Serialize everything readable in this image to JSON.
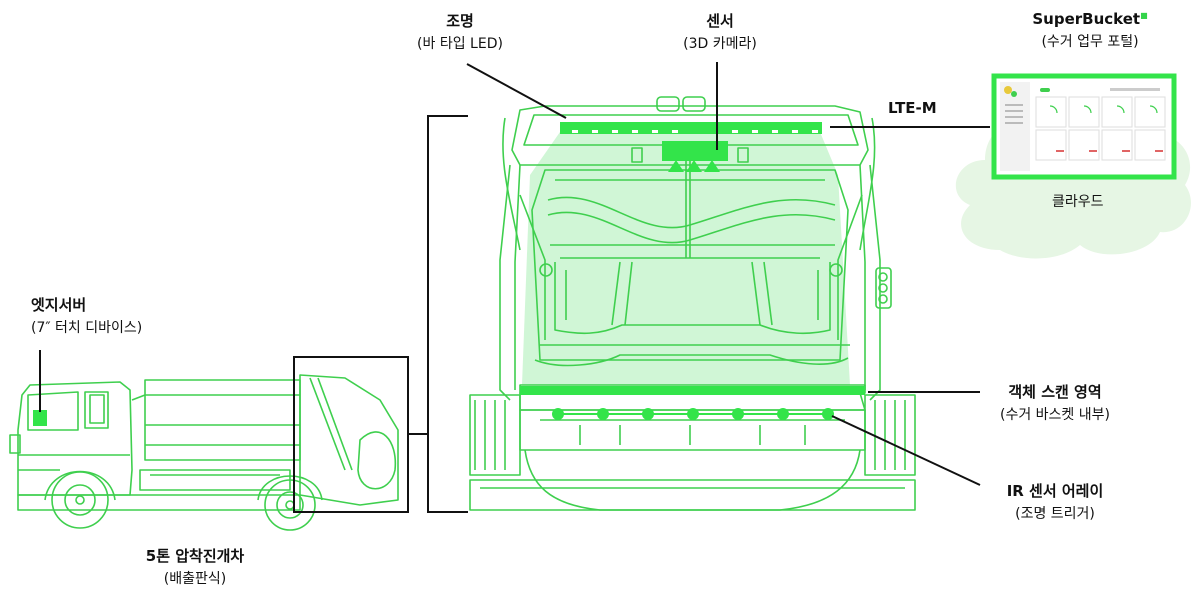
{
  "labels": {
    "lighting": {
      "title": "조명",
      "sub": "(바 타입 LED)"
    },
    "sensor": {
      "title": "센서",
      "sub": "(3D 카메라)"
    },
    "portal": {
      "title": "SuperBucket",
      "sub": "(수거 업무 포털)"
    },
    "lte": "LTE-M",
    "cloud": "클라우드",
    "edge": {
      "title": "엣지서버",
      "sub": "(7″ 터치 디바이스)"
    },
    "scan": {
      "title": "객체 스캔 영역",
      "sub": "(수거 바스켓 내부)"
    },
    "ir": {
      "title": "IR 센서 어레이",
      "sub": "(조명 트리거)"
    },
    "truck": {
      "title": "5톤 압착진개차",
      "sub": "(배출판식)"
    }
  },
  "colors": {
    "outline": "#3fcf4e",
    "bright": "#33e44a",
    "fill": "#c8f4cf",
    "cloud": "#e6f6e4",
    "line": "#111111"
  }
}
